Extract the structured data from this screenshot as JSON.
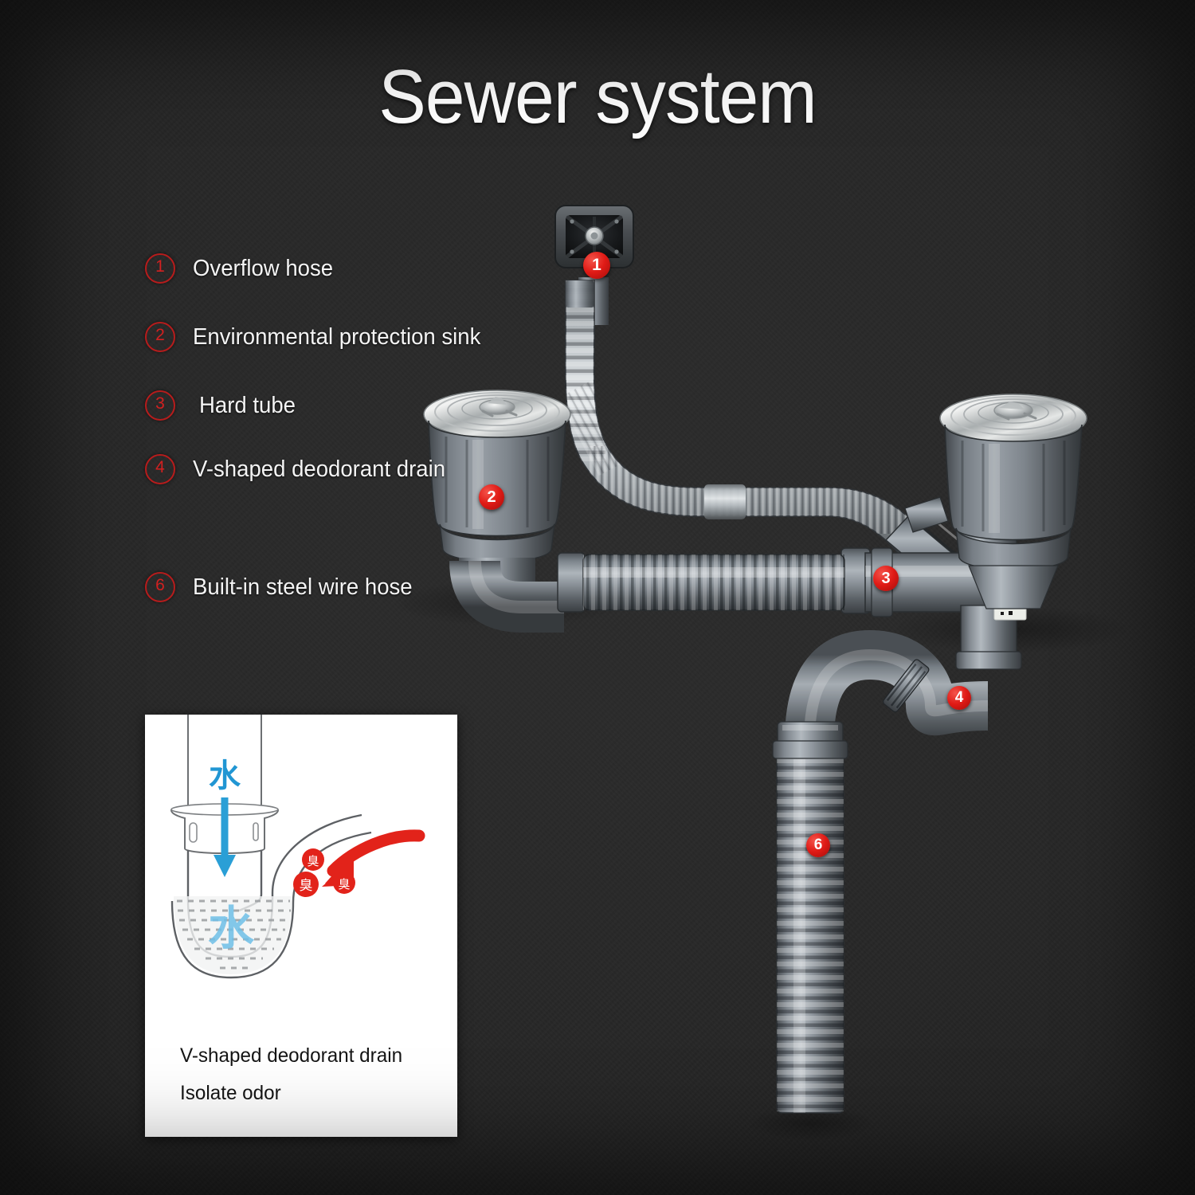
{
  "page": {
    "title": "Sewer system",
    "background_color": "#262626",
    "accent_color": "#d32020"
  },
  "legend": {
    "items": [
      {
        "number": "1",
        "label": "Overflow hose"
      },
      {
        "number": "2",
        "label": "Environmental protection sink"
      },
      {
        "number": "3",
        "label": "Hard tube"
      },
      {
        "number": "4",
        "label": "V-shaped deodorant drain"
      },
      {
        "number": "6",
        "label": "Built-in steel wire hose"
      }
    ]
  },
  "photo": {
    "markers": [
      {
        "number": "1",
        "part": "overflow-hose"
      },
      {
        "number": "2",
        "part": "environmental-protection-sink"
      },
      {
        "number": "3",
        "part": "hard-tube"
      },
      {
        "number": "4",
        "part": "v-shaped-deodorant-drain"
      },
      {
        "number": "6",
        "part": "built-in-steel-wire-hose"
      }
    ],
    "sticker": {
      "type": "qr-code-label"
    }
  },
  "inset": {
    "water_label": "水",
    "water_pool_label": "水",
    "odor_labels": [
      "臭",
      "臭",
      "臭"
    ],
    "caption_line1": "V-shaped deodorant drain",
    "caption_line2": "Isolate odor"
  }
}
